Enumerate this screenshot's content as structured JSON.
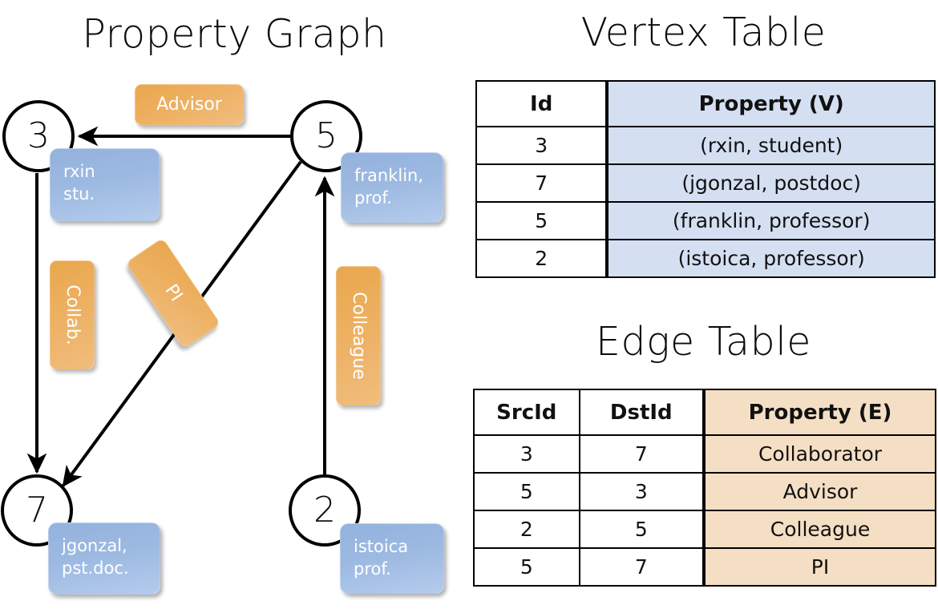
{
  "titles": {
    "property_graph": "Property Graph",
    "vertex_table": "Vertex Table",
    "edge_table": "Edge Table"
  },
  "graph": {
    "nodes": [
      {
        "id": "3",
        "label": "3",
        "property_line1": "rxin",
        "property_line2": "stu."
      },
      {
        "id": "5",
        "label": "5",
        "property_line1": "franklin,",
        "property_line2": "prof."
      },
      {
        "id": "7",
        "label": "7",
        "property_line1": "jgonzal,",
        "property_line2": "pst.doc."
      },
      {
        "id": "2",
        "label": "2",
        "property_line1": "istoica",
        "property_line2": "prof."
      }
    ],
    "edge_labels": [
      {
        "key": "advisor",
        "text": "Advisor"
      },
      {
        "key": "collab",
        "text": "Collab."
      },
      {
        "key": "pi",
        "text": "PI"
      },
      {
        "key": "colleague",
        "text": "Colleague"
      }
    ]
  },
  "vertex_table": {
    "headers": [
      "Id",
      "Property (V)"
    ],
    "rows": [
      {
        "id": "3",
        "property": "(rxin, student)"
      },
      {
        "id": "7",
        "property": "(jgonzal, postdoc)"
      },
      {
        "id": "5",
        "property": "(franklin, professor)"
      },
      {
        "id": "2",
        "property": "(istoica, professor)"
      }
    ]
  },
  "edge_table": {
    "headers": [
      "SrcId",
      "DstId",
      "Property (E)"
    ],
    "rows": [
      {
        "src": "3",
        "dst": "7",
        "property": "Collaborator"
      },
      {
        "src": "5",
        "dst": "3",
        "property": "Advisor"
      },
      {
        "src": "2",
        "dst": "5",
        "property": "Colleague"
      },
      {
        "src": "5",
        "dst": "7",
        "property": "PI"
      }
    ]
  },
  "colors": {
    "vertex_header_fill": "#d5dff2",
    "edge_header_fill": "#f5dfc4",
    "node_box_blue": "#9cb9e1",
    "edge_badge_orange": "#eeb164",
    "stroke": "#000000",
    "background": "#ffffff"
  }
}
